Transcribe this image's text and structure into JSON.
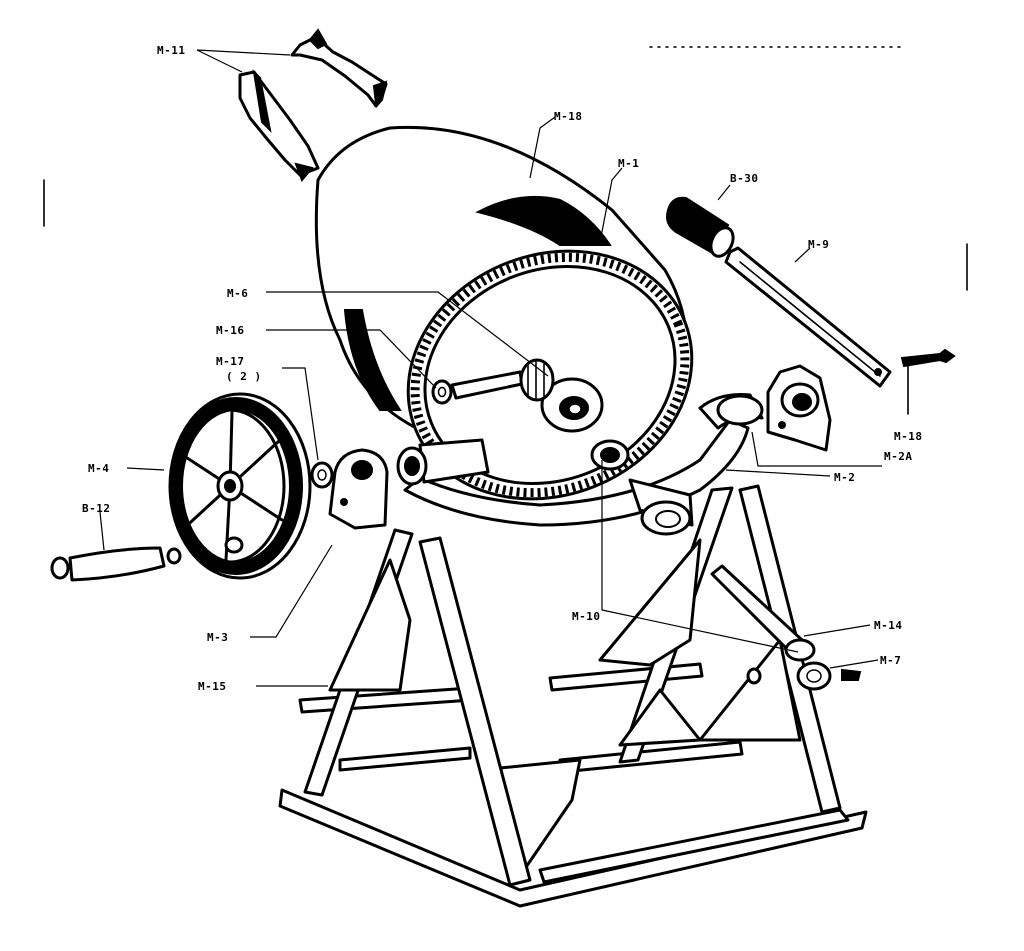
{
  "labels": {
    "m11": "M-11",
    "m18_top": "M-18",
    "m1": "M-1",
    "b30": "B-30",
    "m9": "M-9",
    "m6": "M-6",
    "m16": "M-16",
    "m17": "M-17",
    "m17_qty": "( 2 )",
    "m4": "M-4",
    "b12": "B-12",
    "m3": "M-3",
    "m15": "M-15",
    "m18_right": "M-18",
    "m2a": "M-2A",
    "m2": "M-2",
    "m10": "M-10",
    "m14": "M-14",
    "m7": "M-7"
  },
  "colors": {
    "ink": "#000000",
    "paper": "#ffffff"
  }
}
